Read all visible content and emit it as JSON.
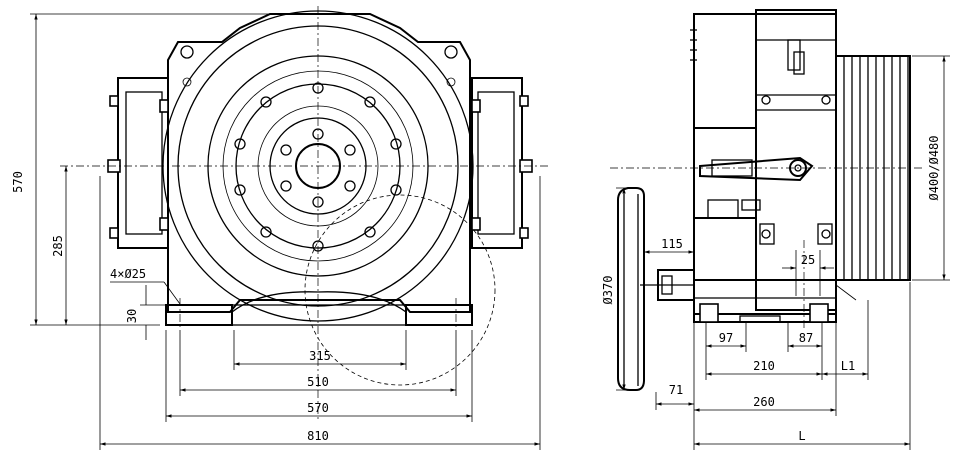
{
  "front_view": {
    "height_total": "570",
    "shaft_height": "285",
    "bolt_holes": "4×Ø25",
    "foot_thickness": "30",
    "hole_spacing": "315",
    "foot_span_inner": "510",
    "foot_span_outer": "570",
    "overall_width": "810"
  },
  "side_view": {
    "sheave_diameter": "Ø400/Ø480",
    "handwheel_diameter": "Ø370",
    "handwheel_offset": "115",
    "rope_pitch": "25",
    "dim_97": "97",
    "dim_87": "87",
    "dim_210": "210",
    "dim_L1": "L1",
    "dim_71": "71",
    "dim_260": "260",
    "dim_L": "L"
  }
}
